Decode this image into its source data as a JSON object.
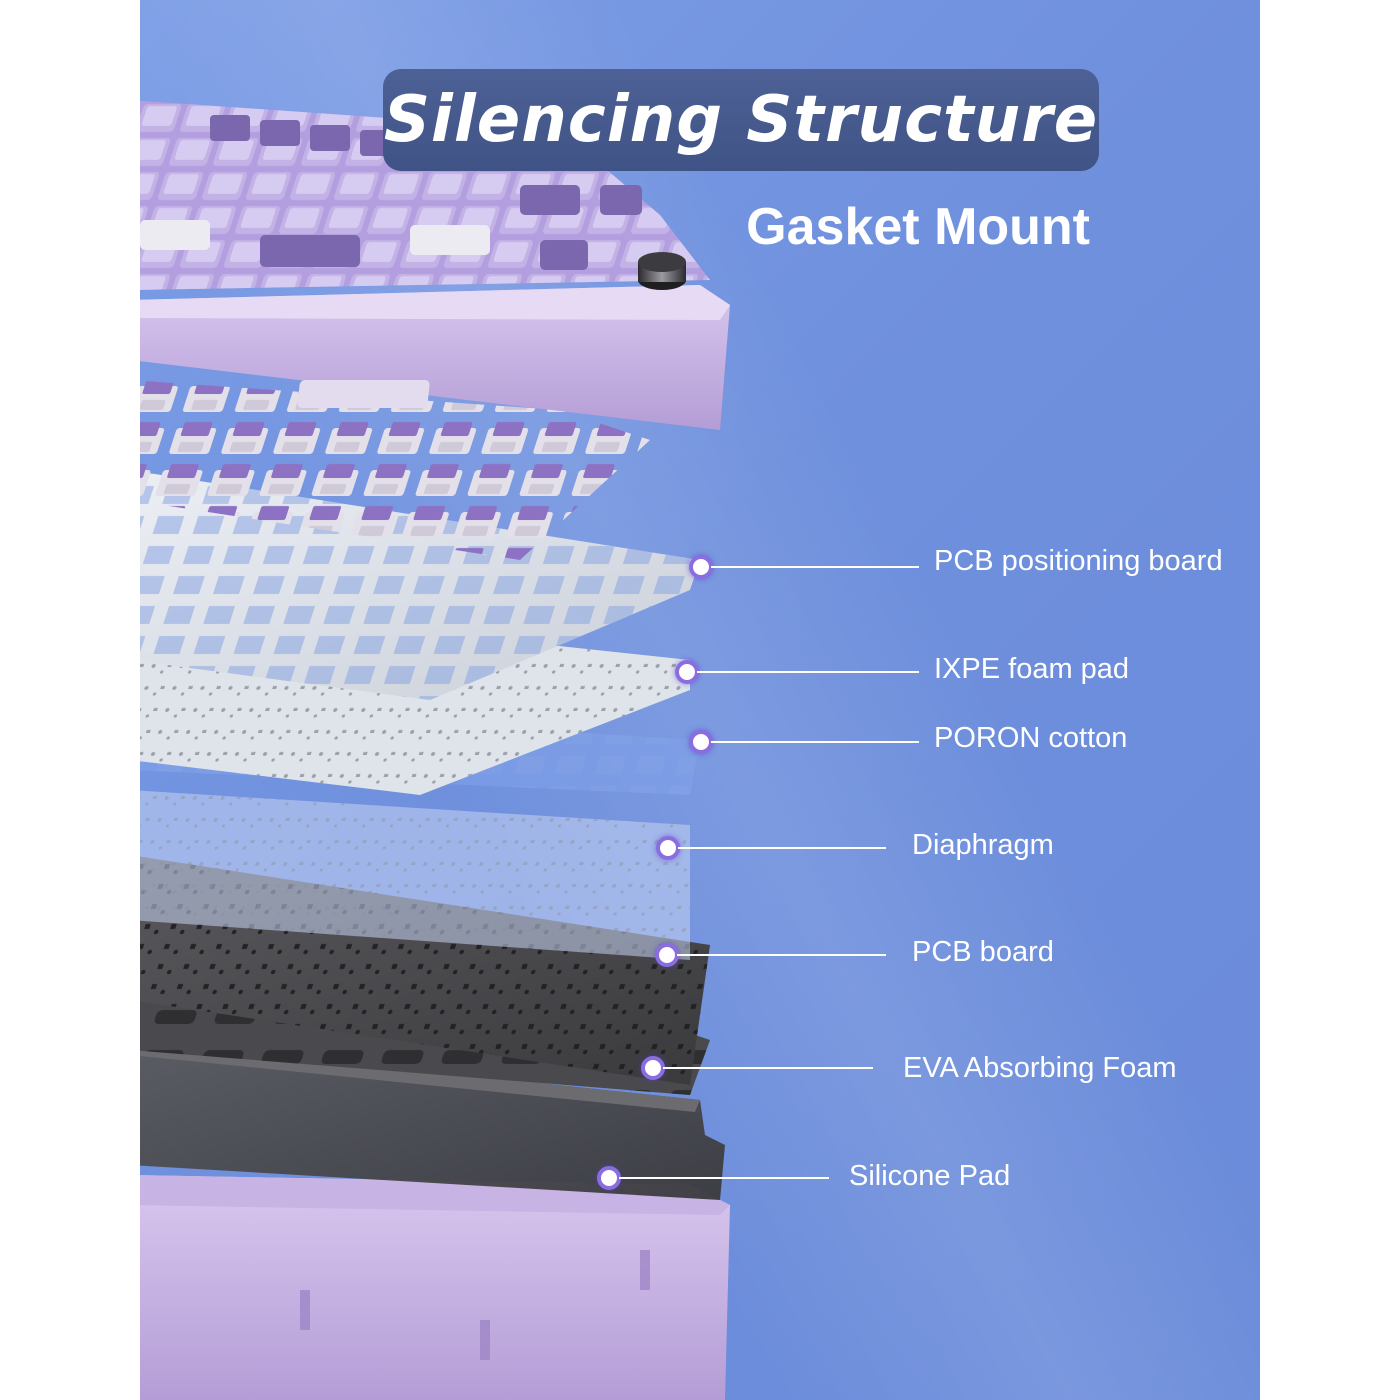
{
  "header": {
    "title": "Silencing Structure",
    "subtitle": "Gasket Mount"
  },
  "colors": {
    "background": "#7a9be5",
    "banner": "#46598c",
    "keycap_purple": "#8a76b8",
    "case_purple": "#b9a2d9",
    "text": "#ffffff"
  },
  "layers": [
    {
      "label": "PCB positioning board"
    },
    {
      "label": "IXPE foam pad"
    },
    {
      "label": "PORON cotton"
    },
    {
      "label": "Diaphragm"
    },
    {
      "label": "PCB board"
    },
    {
      "label": "EVA Absorbing Foam"
    },
    {
      "label": "Silicone Pad"
    }
  ]
}
